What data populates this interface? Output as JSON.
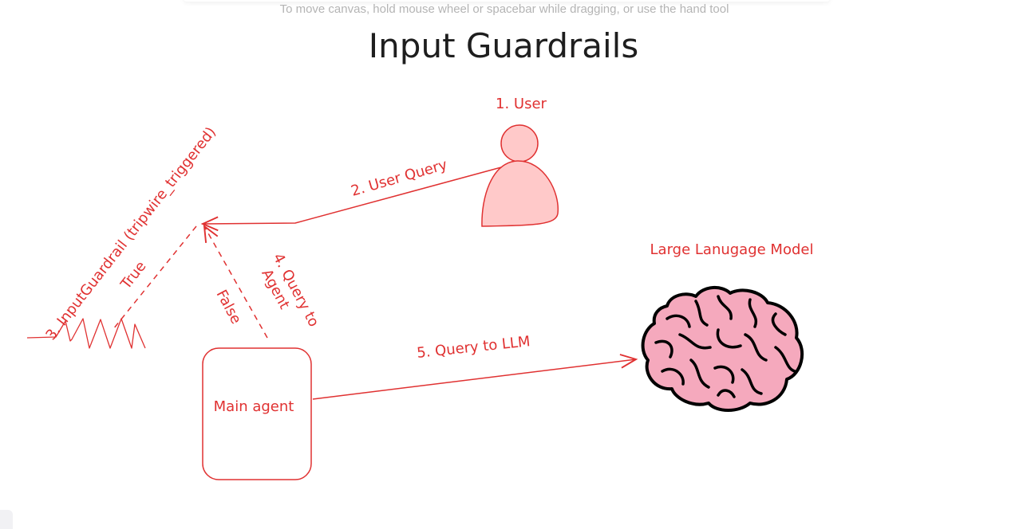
{
  "canvas_hint": "To move canvas, hold mouse wheel or spacebar while dragging, or use the hand tool",
  "title": "Input Guardrails",
  "labels": {
    "user": "1. User",
    "user_query": "2. User Query",
    "input_guardrail": "3. InputGuardrail (tripwire_triggered)",
    "true_label": "True",
    "false_label": "False",
    "query_to_agent_line1": "4. Query to",
    "query_to_agent_line2": "Agent",
    "main_agent": "Main agent",
    "query_to_llm": "5. Query to LLM",
    "llm": "Large Lanugage Model"
  },
  "colors": {
    "stroke": "#e03131",
    "user_fill": "#ffc9c9",
    "brain_fill": "#f5a9bd",
    "brain_outline": "#000000",
    "title": "#1e1e1e",
    "hint": "#b4b4b4"
  },
  "icons": {
    "user": "user-person-icon",
    "llm": "brain-icon",
    "guardrail": "zigzag-tripwire-icon"
  }
}
